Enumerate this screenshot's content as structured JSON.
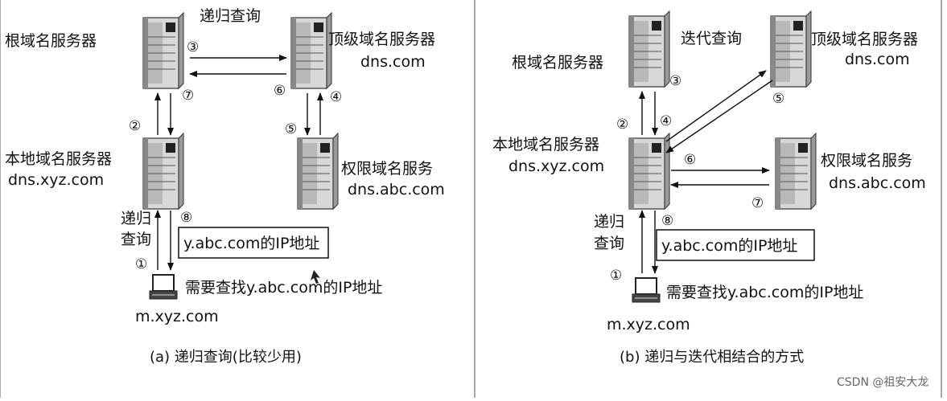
{
  "left": {
    "caption": "(a) 递归查询(比较少用)",
    "top_label": "递归查询",
    "root": {
      "name": "根域名服务器"
    },
    "tld": {
      "name": "顶级域名服务器",
      "domain": "dns.com"
    },
    "local": {
      "name": "本地域名服务器",
      "domain": "dns.xyz.com"
    },
    "auth": {
      "name": "权限域名服务",
      "domain": "dns.abc.com"
    },
    "client": {
      "host": "m.xyz.com",
      "query": "需要查找y.abc.com的IP地址"
    },
    "side_label_1": "递归",
    "side_label_2": "查询",
    "answer_box": "y.abc.com的IP地址",
    "steps": [
      "①",
      "②",
      "③",
      "④",
      "⑤",
      "⑥",
      "⑦",
      "⑧"
    ]
  },
  "right": {
    "caption": "(b) 递归与迭代相结合的方式",
    "top_label": "迭代查询",
    "root": {
      "name": "根域名服务器"
    },
    "tld": {
      "name": "顶级域名服务器",
      "domain": "dns.com"
    },
    "local": {
      "name": "本地域名服务器",
      "domain": "dns.xyz.com"
    },
    "auth": {
      "name": "权限域名服务",
      "domain": "dns.abc.com"
    },
    "client": {
      "host": "m.xyz.com",
      "query": "需要查找y.abc.com的IP地址"
    },
    "side_label_1": "递归",
    "side_label_2": "查询",
    "answer_box": "y.abc.com的IP地址",
    "steps": [
      "①",
      "②",
      "③",
      "④",
      "⑤",
      "⑥",
      "⑦",
      "⑧"
    ]
  },
  "watermark": "CSDN @祖安大龙",
  "colors": {
    "line": "#111111",
    "server_light": "#d8d8d8",
    "server_dark": "#3a3a3a",
    "frame": "#999999"
  }
}
